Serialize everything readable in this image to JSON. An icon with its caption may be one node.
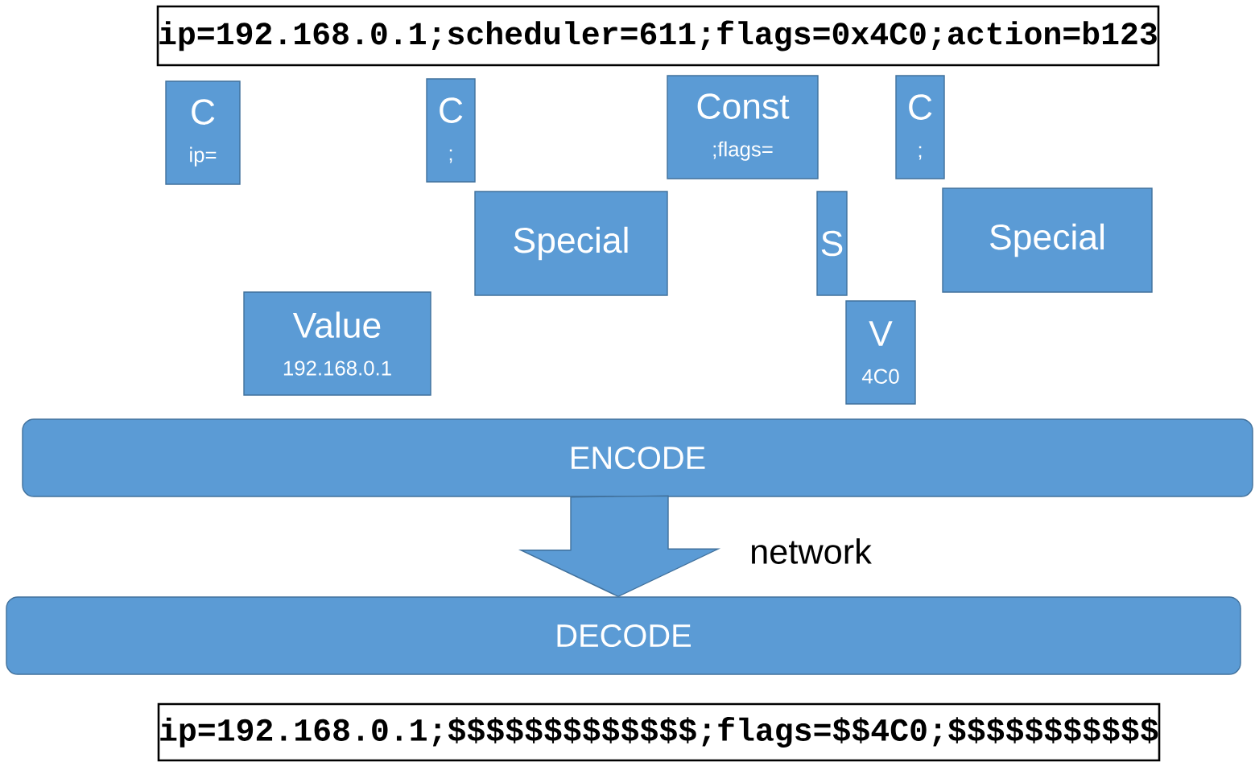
{
  "diagram": {
    "nodes": [
      {
        "text": [
          "ip=192.168.0.1;scheduler=611;flags=0x4C0;action=b123"
        ]
      },
      {
        "text": [
          "C",
          "ip="
        ]
      },
      {
        "text": [
          "C",
          ";"
        ]
      },
      {
        "text": [
          "Const",
          ";flags="
        ]
      },
      {
        "text": [
          "C",
          ";"
        ]
      },
      {
        "text": [
          "Special"
        ]
      },
      {
        "text": [
          "S"
        ]
      },
      {
        "text": [
          "Special"
        ]
      },
      {
        "text": [
          "Value",
          "192.168.0.1"
        ]
      },
      {
        "text": [
          "V",
          "4C0"
        ]
      },
      {
        "text": [
          "ENCODE"
        ]
      },
      {
        "text": [
          "DECODE"
        ]
      },
      {
        "text": [
          "ip=192.168.0.1;$$$$$$$$$$$$$;flags=$$4C0;$$$$$$$$$$$"
        ]
      }
    ],
    "edges": [
      {
        "from": 10,
        "to": 11,
        "arrow": "to",
        "label": "network"
      }
    ]
  }
}
